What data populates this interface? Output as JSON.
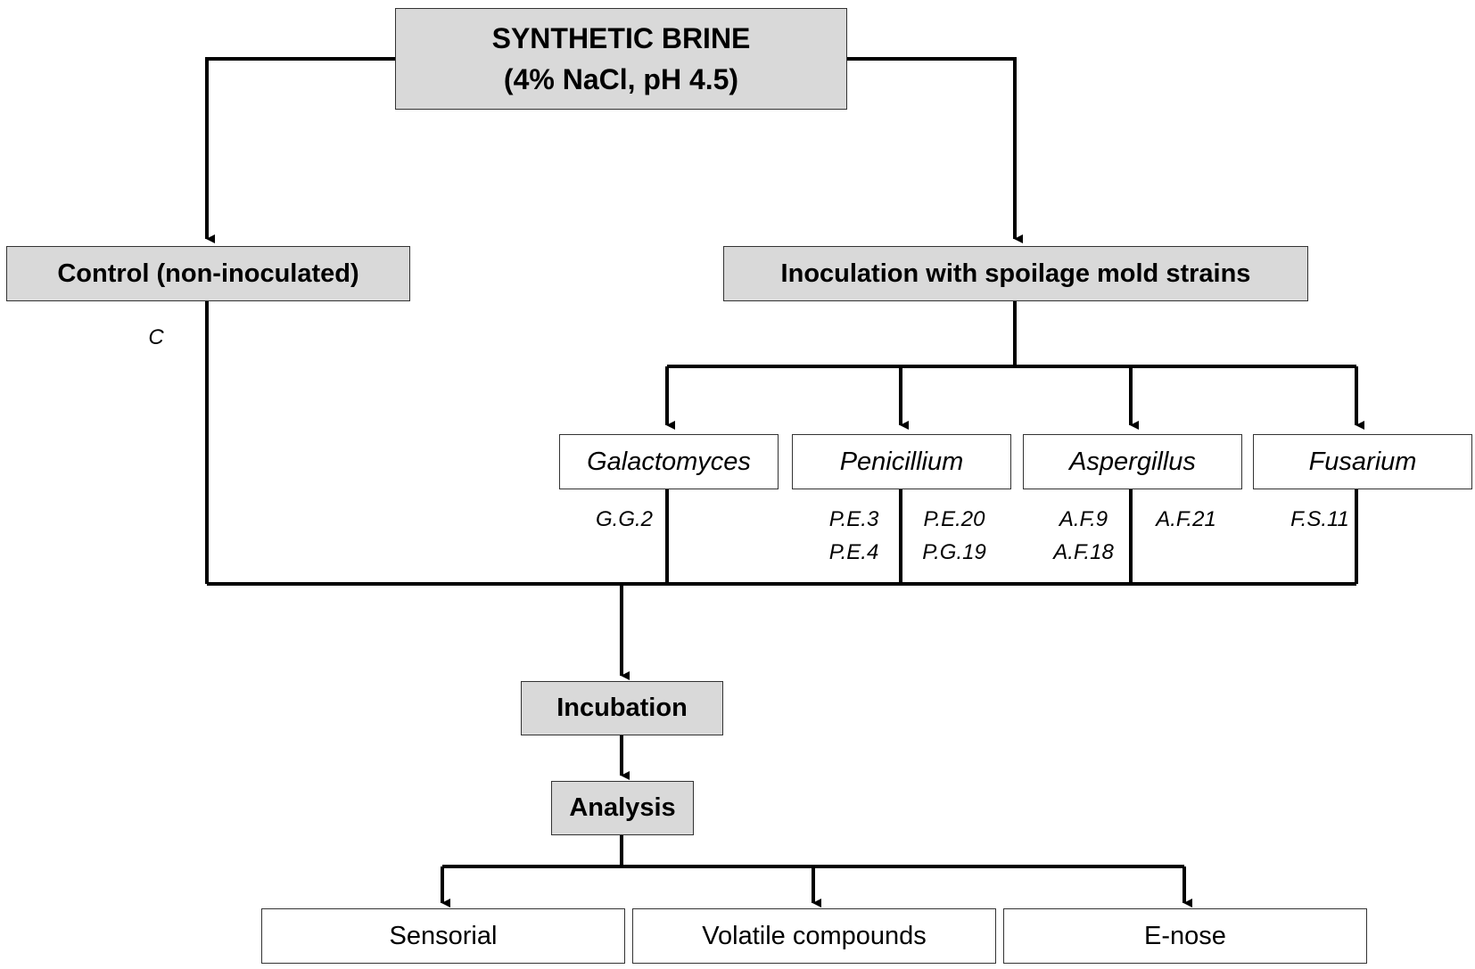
{
  "root": {
    "line1": "SYNTHETIC BRINE",
    "line2": "(4% NaCl, pH 4.5)"
  },
  "control": {
    "label": "Control (non-inoculated)",
    "strain": "C"
  },
  "inoculation": {
    "label": "Inoculation with spoilage mold strains"
  },
  "genera": [
    {
      "label": "Galactomyces",
      "strains": [
        "G.G.2"
      ]
    },
    {
      "label": "Penicillium",
      "strains_left": [
        "P.E.3",
        "P.E.4"
      ],
      "strains_right": [
        "P.E.20",
        "P.G.19"
      ]
    },
    {
      "label": "Aspergillus",
      "strains_left": [
        "A.F.9",
        "A.F.18"
      ],
      "strains_right": [
        "A.F.21"
      ]
    },
    {
      "label": "Fusarium",
      "strains": [
        "F.S.11"
      ]
    }
  ],
  "incubation": {
    "label": "Incubation"
  },
  "analysis": {
    "label": "Analysis"
  },
  "outcomes": [
    {
      "label": "Sensorial"
    },
    {
      "label": "Volatile compounds"
    },
    {
      "label": "E-nose"
    }
  ],
  "colors": {
    "line": "#000000",
    "gray_fill": "#d9d9d9",
    "border": "#333333"
  }
}
